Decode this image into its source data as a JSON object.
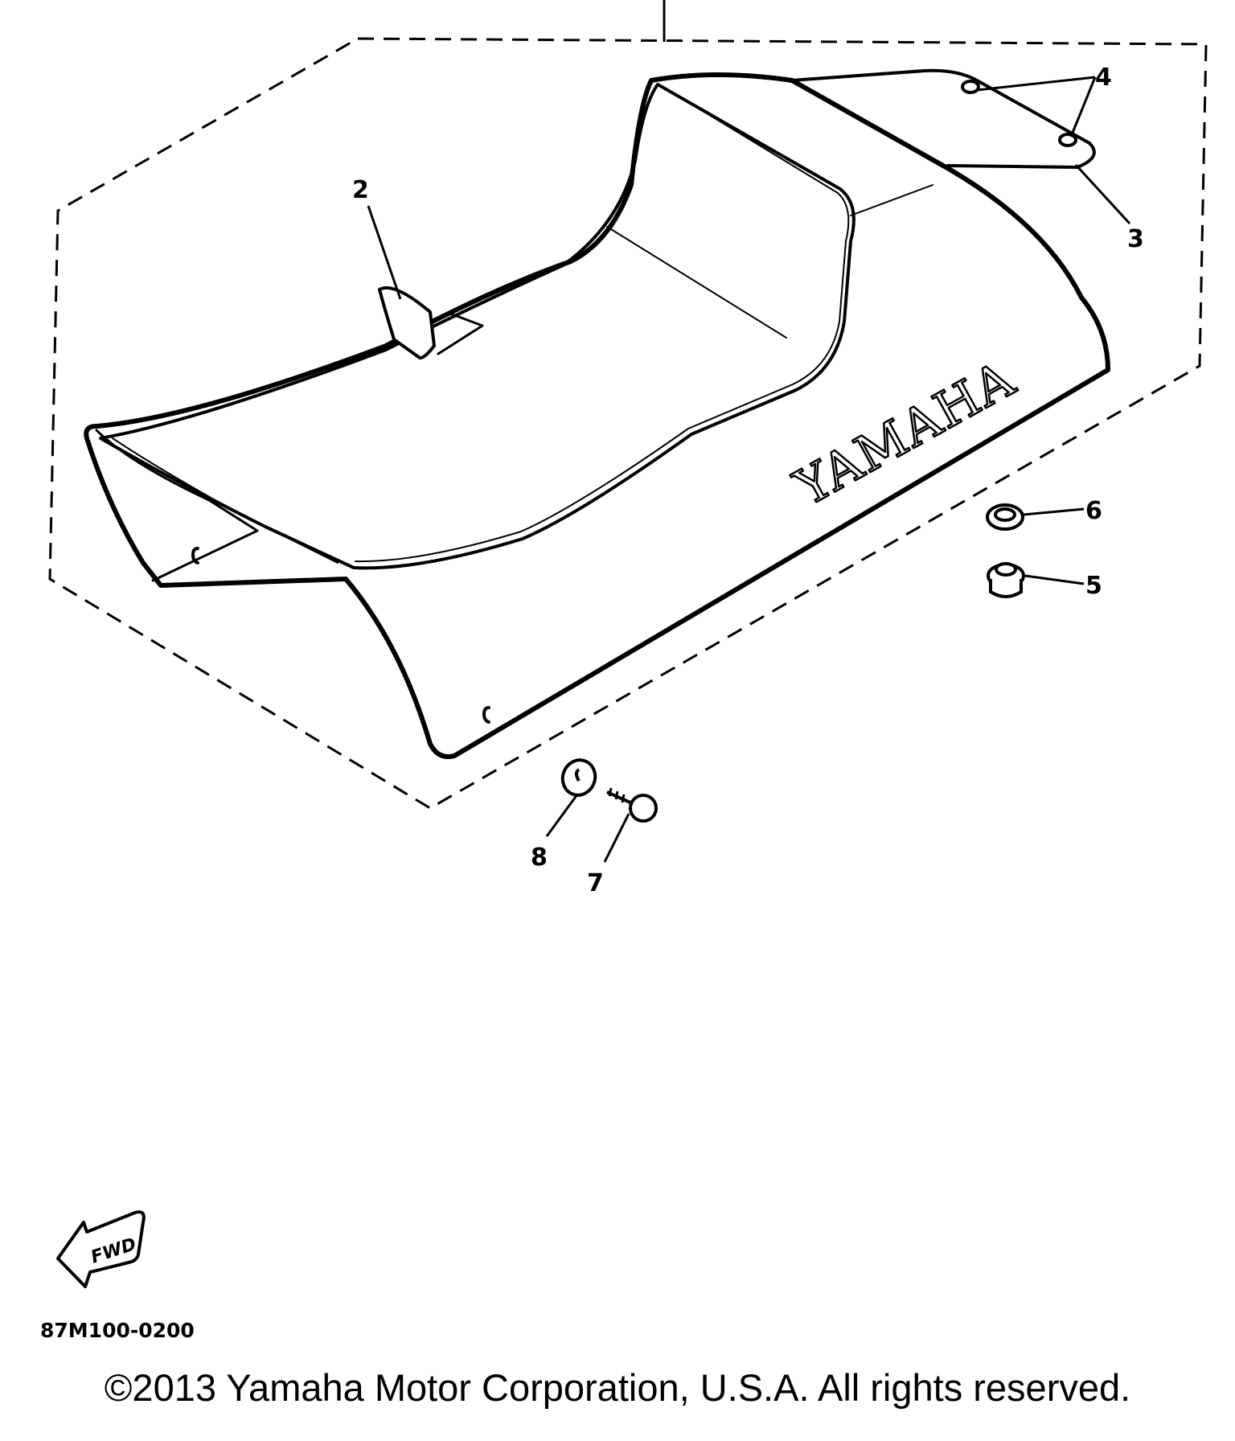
{
  "diagram": {
    "brand_mark": "YAMAHA",
    "callouts": [
      "2",
      "3",
      "4",
      "5",
      "6",
      "7",
      "8"
    ],
    "direction_label": "FWD",
    "diagram_code": "87M100-0200"
  },
  "footer": {
    "copyright": "©2013 Yamaha Motor Corporation, U.S.A. All rights reserved."
  }
}
